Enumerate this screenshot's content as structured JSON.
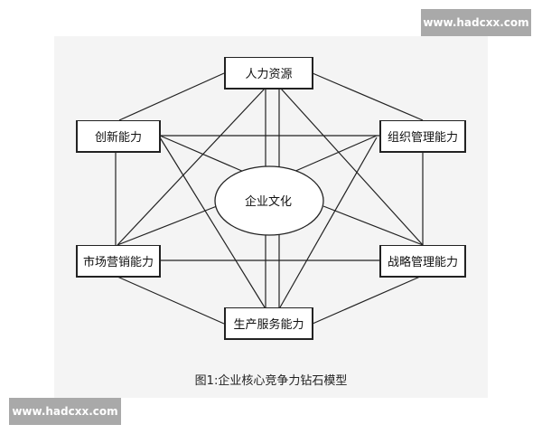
{
  "diagram": {
    "center": "企业文化",
    "nodes": {
      "top": "人力资源",
      "upper_left": "创新能力",
      "upper_right": "组织管理能力",
      "lower_left": "市场营销能力",
      "lower_right": "战略管理能力",
      "bottom": "生产服务能力"
    },
    "caption": "图1:企业核心竞争力钻石模型"
  },
  "watermarks": {
    "top_right": "www.hadcxx.com",
    "bottom_left": "www.hadcxx.com"
  }
}
